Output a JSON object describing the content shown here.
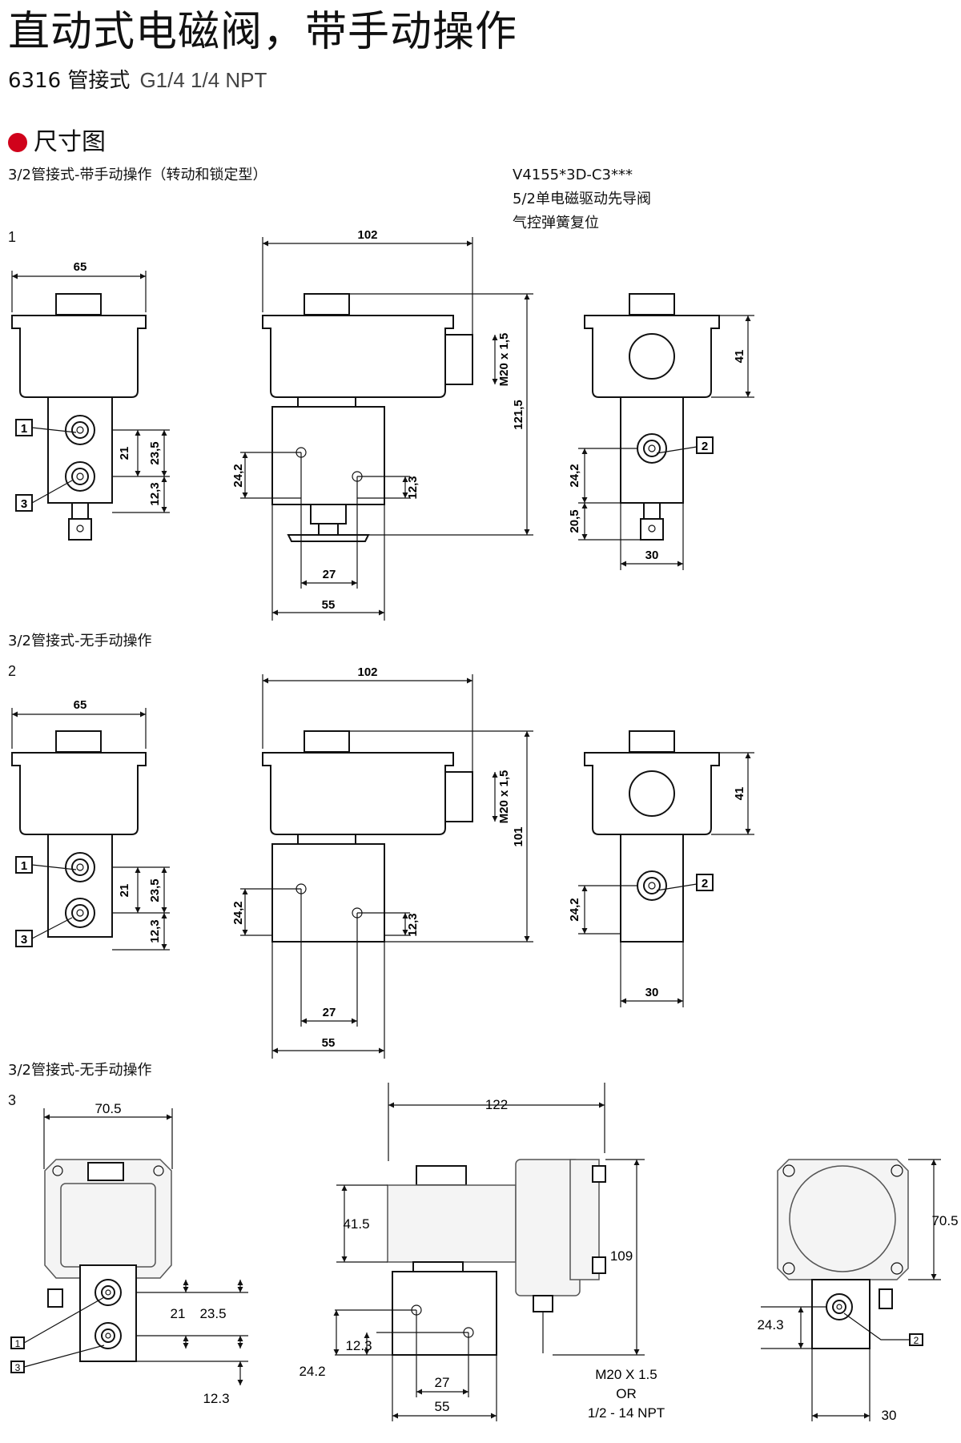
{
  "header": {
    "title": "直动式电磁阀，带手动操作",
    "model": "6316 管接式",
    "ports": "G1/4 1/4 NPT"
  },
  "section": {
    "label": "尺寸图"
  },
  "note": {
    "code": "V4155*3D-C3***",
    "line2": "5/2单电磁驱动先导阀",
    "line3": "气控弹簧复位"
  },
  "rows": [
    {
      "caption": "3/2管接式-带手动操作（转动和锁定型）",
      "number": "1",
      "dims": {
        "w65": "65",
        "d21": "21",
        "d235": "23,5",
        "d123": "12,3",
        "w102": "102",
        "m20": "M20 x 1,5",
        "h": "121,5",
        "d242": "24,2",
        "d123b": "12,3",
        "d27": "27",
        "d55": "55",
        "d41": "41",
        "d242b": "24,2",
        "d205": "20,5",
        "d30": "30"
      },
      "ports": {
        "p1": "1",
        "p2": "2",
        "p3": "3"
      }
    },
    {
      "caption": "3/2管接式-无手动操作",
      "number": "2",
      "dims": {
        "w65": "65",
        "d21": "21",
        "d235": "23,5",
        "d123": "12,3",
        "w102": "102",
        "m20": "M20 x 1,5",
        "h": "101",
        "d242": "24,2",
        "d123b": "12,3",
        "d27": "27",
        "d55": "55",
        "d41": "41",
        "d242b": "24,2",
        "d30": "30"
      },
      "ports": {
        "p1": "1",
        "p2": "2",
        "p3": "3"
      }
    },
    {
      "caption": "3/2管接式-无手动操作",
      "number": "3",
      "dims": {
        "w705": "70.5",
        "d21": "21",
        "d235": "23.5",
        "d123": "12.3",
        "w122": "122",
        "d415": "41.5",
        "h109": "109",
        "d123b": "12.3",
        "d242": "24.2",
        "d27": "27",
        "d55": "55",
        "thread1": "M20 X 1.5",
        "thread2": "OR",
        "thread3": "1/2 - 14 NPT",
        "h705": "70.5",
        "d243": "24.3",
        "d30": "30"
      },
      "ports": {
        "p1": "1",
        "p2": "2",
        "p3": "3"
      }
    }
  ]
}
